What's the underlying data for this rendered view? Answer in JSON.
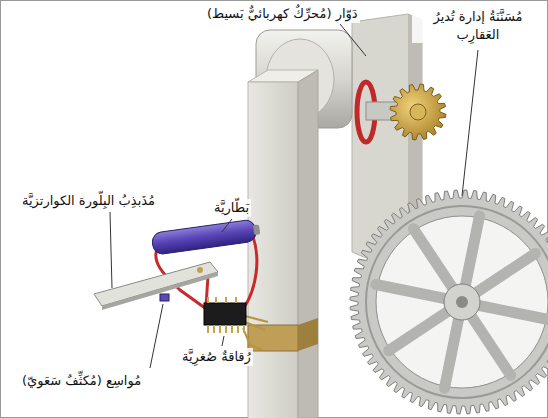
{
  "diagram": {
    "labels": [
      "دَوّار (مُحرِّكٌ كهربائيٌّ بَسيط)",
      "مُسَنَّنَةُ إدارة تُديرُ العَقارِب",
      "بَطّاريَّة",
      "مُذَبذِبُ البِلّورة الكوارتزيَّة",
      "رُقاقةٌ صُغرِيَّة",
      "مُواسِع (مُكثِّفٌ سَعَويّ)"
    ]
  }
}
